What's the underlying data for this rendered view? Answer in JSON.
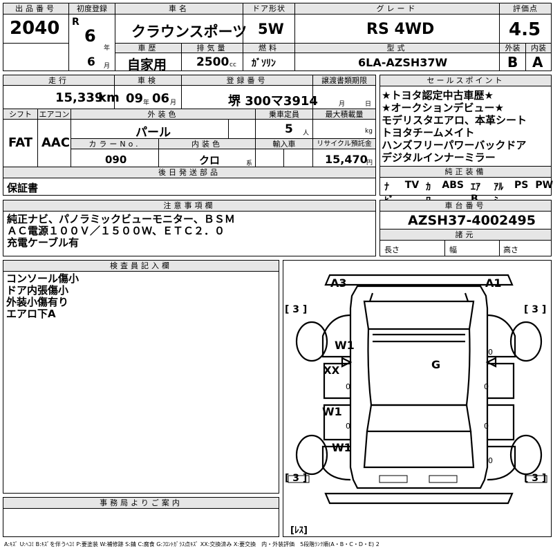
{
  "header": {
    "lot_label": "出品番号",
    "lot": "2040",
    "first_reg_label": "初度登録",
    "era": "R",
    "year": "6",
    "year_unit": "年",
    "month": "6",
    "month_unit": "月",
    "model_label": "車名",
    "model": "クラウンスポーツ",
    "door_label": "ドア形状",
    "door": "5W",
    "grade_label": "グレード",
    "grade": "RS 4WD",
    "score_label": "評価点",
    "score": "4.5",
    "history_label": "車歴",
    "history": "自家用",
    "displacement_label": "排気量",
    "displacement": "2500",
    "displacement_unit": "cc",
    "fuel_label": "燃料",
    "fuel": "ｶﾞｿﾘﾝ",
    "type_label": "型式",
    "type": "6LA-AZSH37W",
    "exterior_label": "外装",
    "exterior": "B",
    "interior_label": "内装",
    "interior": "A"
  },
  "row2": {
    "mileage_label": "走行",
    "mileage": "15,339",
    "mileage_unit": "km",
    "inspection_label": "車検",
    "inspection_year": "09",
    "year_unit": "年",
    "inspection_month": "06",
    "month_unit": "月",
    "plate_label": "登録番号",
    "plate": "堺 300マ3914",
    "transfer_label": "譲渡書類期限",
    "transfer_month": "月",
    "transfer_day": "日",
    "shift_label": "シフト",
    "shift": "FAT",
    "ac_label": "エアコン",
    "ac": "AAC",
    "color_label": "外装色",
    "color": "パール",
    "capacity_label": "乗車定員",
    "capacity": "5",
    "capacity_unit": "人",
    "load_label": "最大積載量",
    "load_unit": "kg",
    "color_no_label": "カラーNo.",
    "color_no": "090",
    "int_color_label": "内装色",
    "int_color": "クロ",
    "int_color_unit": "系",
    "import_label": "輸入車",
    "recycle_label": "リサイクル預託金",
    "recycle": "15,470",
    "recycle_unit": "円",
    "later_label": "後日発送部品",
    "later": "保証書"
  },
  "sales": {
    "label": "セールスポイント",
    "lines": [
      "★トヨタ認定中古車歴★",
      "★オークションデビュー★",
      "モデリスタエアロ、本革シート",
      "トヨタチームメイト",
      "ハンズフリーパワーバックドア",
      "デジタルインナーミラー"
    ]
  },
  "equipment": {
    "label": "純正装備",
    "items": [
      "ﾅﾋﾞ",
      "TV",
      "ｶﾜ",
      "ABS",
      "ｴｱB",
      "ｱﾙﾐ",
      "PS",
      "PW"
    ]
  },
  "notes": {
    "label": "注意事項欄",
    "lines": [
      "純正ナビ、パノラミックビューモニター、ＢＳＭ",
      "ＡＣ電源１００Ｖ／１５００Ｗ、ＥＴＣ２．０",
      "充電ケーブル有"
    ]
  },
  "chassis": {
    "label": "車台番号",
    "number": "AZSH37-4002495",
    "dims_label": "諸元",
    "length_label": "長さ",
    "width_label": "幅",
    "height_label": "高さ"
  },
  "inspector": {
    "label": "検査員記入欄",
    "lines": [
      "コンソール傷小",
      "ドア内張傷小",
      "外装小傷有り",
      "エアロ下A"
    ]
  },
  "diagram": {
    "marks": {
      "a3": "A3",
      "a1": "A1",
      "w1_top": "W1",
      "g": "G",
      "xx": "XX",
      "w1_mid": "W1",
      "w1_bottom": "W1",
      "zero1": "0",
      "zero2": "0",
      "zero3": "0",
      "zero4": "0",
      "zero5": "0",
      "zero6": "0"
    },
    "tire_tl": "[ 3 ]",
    "tire_tr": "[ 3 ]",
    "tire_bl": "[ 3 ]",
    "tire_br": "[ 3 ]",
    "spare": "[ﾚｽ]"
  },
  "office": {
    "label": "事務局よりご案内"
  },
  "legend": "A:ｷｽﾞ U:ﾍｺﾐ B:ｷｽﾞを伴うﾍｺﾐ P:要塗装 W:補修跡 S:錆 C:腐食 G:ﾌﾛﾝﾄｶﾞﾗｽ点ｷｽﾞ XX:交換済み X:要交換　内・外装評価　5段階ﾗﾝｸ順(A・B・C・D・E) 2"
}
